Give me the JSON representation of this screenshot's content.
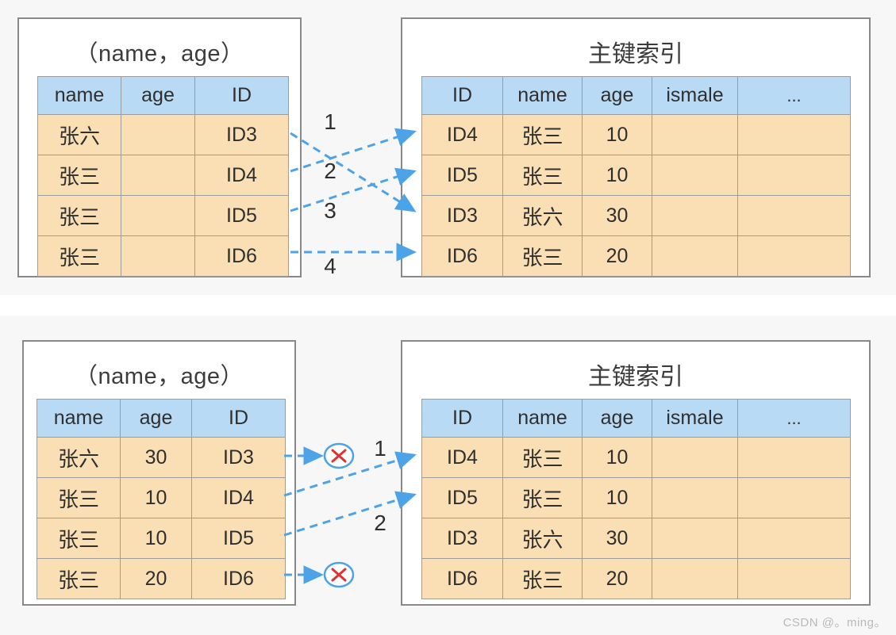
{
  "colors": {
    "header_fill": "#b9daf5",
    "cell_fill": "#fadfb4",
    "panel_border": "#898989",
    "grid_border": "#9c9c9c",
    "arrow": "#4da3e8",
    "reject_x": "#e03131",
    "section_bg": "#f7f7f7",
    "text": "#2f2f2f",
    "watermark": "#b9b9b9"
  },
  "sections": [
    {
      "id": "top",
      "secondary_index": {
        "title": "（name，age）",
        "columns": [
          "name",
          "age",
          "ID"
        ],
        "rows": [
          {
            "name": "张六",
            "age": "",
            "id": "ID3"
          },
          {
            "name": "张三",
            "age": "",
            "id": "ID4"
          },
          {
            "name": "张三",
            "age": "",
            "id": "ID5"
          },
          {
            "name": "张三",
            "age": "",
            "id": "ID6"
          }
        ]
      },
      "primary_index": {
        "title": "主键索引",
        "columns": [
          "ID",
          "name",
          "age",
          "ismale",
          "..."
        ],
        "rows": [
          {
            "id": "ID4",
            "name": "张三",
            "age": "10",
            "ismale": "",
            "more": ""
          },
          {
            "id": "ID5",
            "name": "张三",
            "age": "10",
            "ismale": "",
            "more": ""
          },
          {
            "id": "ID3",
            "name": "张六",
            "age": "30",
            "ismale": "",
            "more": ""
          },
          {
            "id": "ID6",
            "name": "张三",
            "age": "20",
            "ismale": "",
            "more": ""
          }
        ]
      },
      "connections": [
        {
          "label": "1",
          "from_row": 1,
          "to_row": 0,
          "kind": "arrow"
        },
        {
          "label": "2",
          "from_row": 2,
          "to_row": 1,
          "kind": "arrow"
        },
        {
          "label": "3",
          "from_row": 0,
          "to_row": 2,
          "kind": "arrow"
        },
        {
          "label": "4",
          "from_row": 3,
          "to_row": 3,
          "kind": "arrow"
        }
      ]
    },
    {
      "id": "bottom",
      "secondary_index": {
        "title": "（name，age）",
        "columns": [
          "name",
          "age",
          "ID"
        ],
        "rows": [
          {
            "name": "张六",
            "age": "30",
            "id": "ID3"
          },
          {
            "name": "张三",
            "age": "10",
            "id": "ID4"
          },
          {
            "name": "张三",
            "age": "10",
            "id": "ID5"
          },
          {
            "name": "张三",
            "age": "20",
            "id": "ID6"
          }
        ]
      },
      "primary_index": {
        "title": "主键索引",
        "columns": [
          "ID",
          "name",
          "age",
          "ismale",
          "..."
        ],
        "rows": [
          {
            "id": "ID4",
            "name": "张三",
            "age": "10",
            "ismale": "",
            "more": ""
          },
          {
            "id": "ID5",
            "name": "张三",
            "age": "10",
            "ismale": "",
            "more": ""
          },
          {
            "id": "ID3",
            "name": "张六",
            "age": "30",
            "ismale": "",
            "more": ""
          },
          {
            "id": "ID6",
            "name": "张三",
            "age": "20",
            "ismale": "",
            "more": ""
          }
        ]
      },
      "connections": [
        {
          "label": "",
          "from_row": 0,
          "to_row": null,
          "kind": "reject"
        },
        {
          "label": "1",
          "from_row": 1,
          "to_row": 0,
          "kind": "arrow"
        },
        {
          "label": "2",
          "from_row": 2,
          "to_row": 1,
          "kind": "arrow"
        },
        {
          "label": "",
          "from_row": 3,
          "to_row": null,
          "kind": "reject"
        }
      ]
    }
  ],
  "watermark": "CSDN @。ming。"
}
